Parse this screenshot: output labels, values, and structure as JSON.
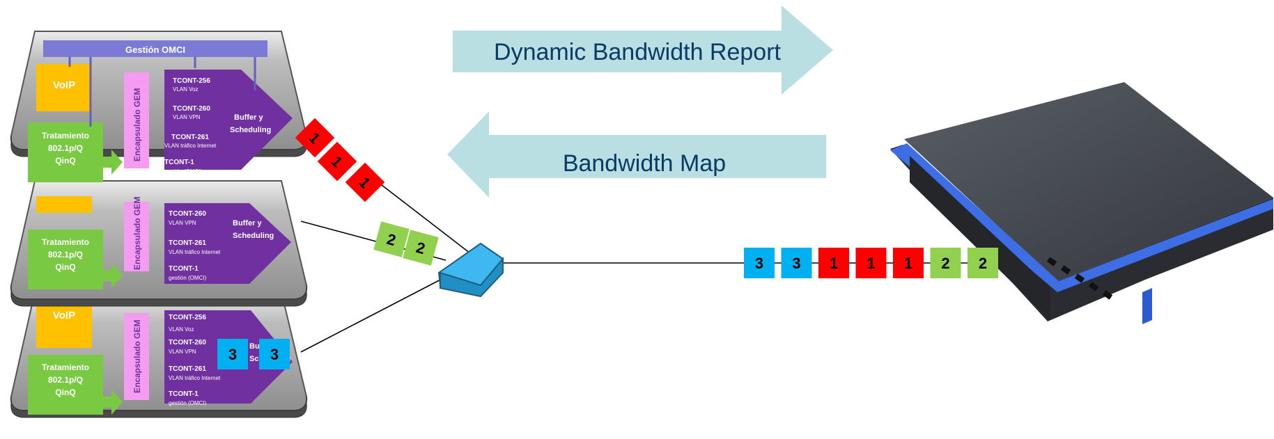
{
  "arrows": {
    "report": "Dynamic Bandwidth Report",
    "map": "Bandwidth Map"
  },
  "onu": {
    "omci": "Gestión OMCI",
    "voip": "VoIP",
    "treatment": [
      "Tratamiento",
      "802.1p/Q",
      "QinQ"
    ],
    "encapsulation": "Encapsulado GEM",
    "scheduler": [
      "Buffer y",
      "Scheduling"
    ],
    "tconts": [
      {
        "name": "TCONT-256",
        "desc": "VLAN Voz"
      },
      {
        "name": "TCONT-260",
        "desc": "VLAN VPN"
      },
      {
        "name": "TCONT-261",
        "desc": "VLAN tráfico Internet"
      },
      {
        "name": "TCONT-1",
        "desc": "gestión (OMCI)"
      }
    ]
  },
  "packets": {
    "onu1": [
      "1",
      "1",
      "1"
    ],
    "onu2": [
      "2",
      "2"
    ],
    "onu3": [
      "3",
      "3"
    ],
    "trunk": [
      {
        "label": "3",
        "group": "3"
      },
      {
        "label": "3",
        "group": "3"
      },
      {
        "label": "1",
        "group": "1"
      },
      {
        "label": "1",
        "group": "1"
      },
      {
        "label": "1",
        "group": "1"
      },
      {
        "label": "2",
        "group": "2"
      },
      {
        "label": "2",
        "group": "2"
      }
    ]
  },
  "colors": {
    "packet1": "#ff0000",
    "packet2": "#92d050",
    "packet3": "#00b0f0",
    "arrow": "#b9dfe2",
    "omci": "#7b7bd6",
    "voip": "#ffc000",
    "treatment": "#7ac943",
    "encap": "#f39cf0",
    "scheduler": "#7030a0",
    "onuPanel": "#a6a6a6",
    "olt": "#3a3d43",
    "oltStripe": "#3d6ee6"
  }
}
